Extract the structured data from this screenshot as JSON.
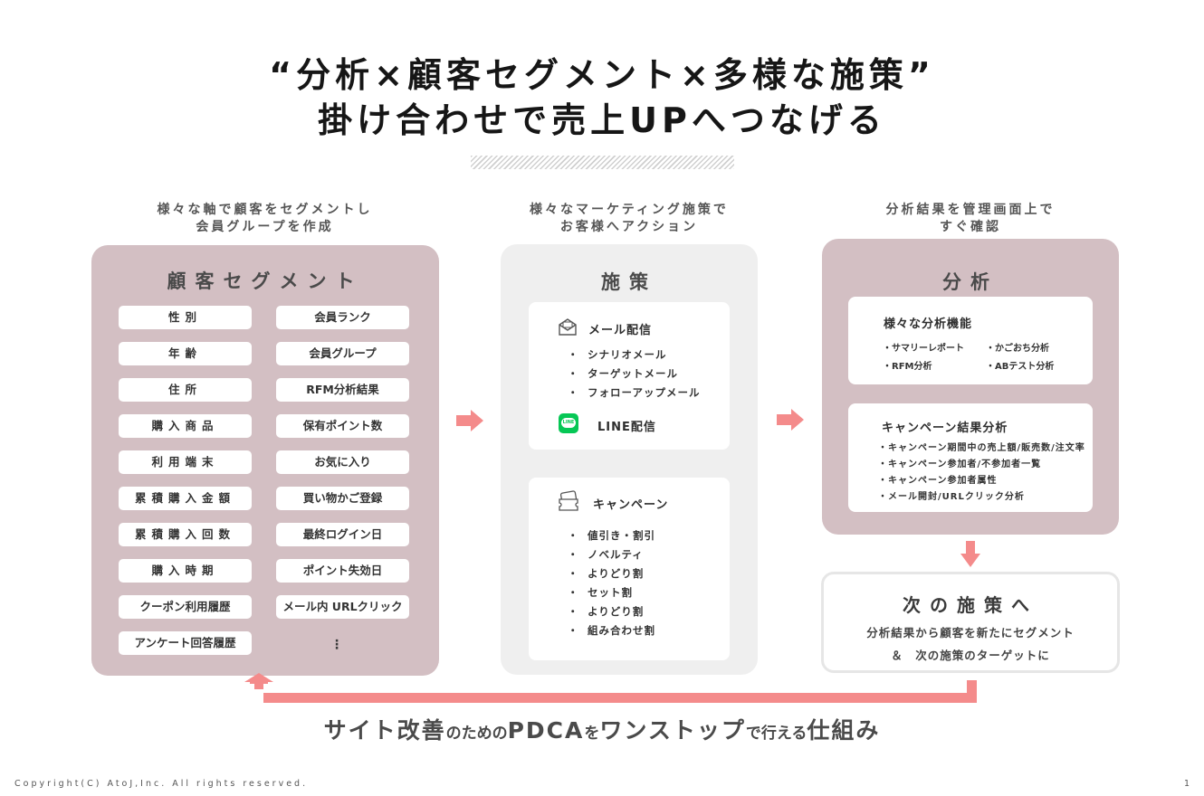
{
  "title": {
    "line1": "“分析×顧客セグメント×多様な施策”",
    "line2": "掛け合わせで売上UPへつなげる"
  },
  "left": {
    "caption1": "様々な軸で顧客をセグメントし",
    "caption2": "会員グループを作成",
    "panel_title": "顧客セグメント",
    "items_col1": [
      "性別",
      "年齢",
      "住所",
      "購入商品",
      "利用端末",
      "累積購入金額",
      "累積購入回数",
      "購入時期",
      "クーポン利用履歴",
      "アンケート回答履歴"
    ],
    "items_col2": [
      "会員ランク",
      "会員グループ",
      "RFM分析結果",
      "保有ポイント数",
      "お気に入り",
      "買い物かご登録",
      "最終ログイン日",
      "ポイント失効日",
      "メール内 URLクリック"
    ],
    "more": "⋮"
  },
  "middle": {
    "caption1": "様々なマーケティング施策で",
    "caption2": "お客様へアクション",
    "panel_title": "施策",
    "mail_title": "メール配信",
    "mail_items": [
      "シナリオメール",
      "ターゲットメール",
      "フォローアップメール"
    ],
    "line_title": "LINE配信",
    "line_icon_text": "LINE",
    "campaign_title": "キャンペーン",
    "campaign_items": [
      "値引き・割引",
      "ノベルティ",
      "よりどり割",
      "セット割",
      "よりどり割",
      "組み合わせ割"
    ],
    "bullet": "・"
  },
  "right": {
    "caption1": "分析結果を管理画面上で",
    "caption2": "すぐ確認",
    "panel_title": "分析",
    "analysis_title": "様々な分析機能",
    "analysis_items": [
      "・サマリーレポート",
      "・かごおち分析",
      "・RFM分析",
      "・ABテスト分析"
    ],
    "campaign_result_title": "キャンペーン結果分析",
    "campaign_result_items": [
      "・キャンペーン期間中の売上額/販売数/注文率",
      "・キャンペーン参加者/不参加者一覧",
      "・キャンペーン参加者属性",
      "・メール開封/URLクリック分析"
    ],
    "next_title": "次の施策へ",
    "next_desc1": "分析結果から顧客を新たにセグメント",
    "next_desc2": "＆　次の施策のターゲットに"
  },
  "slogan": {
    "p1": "サイト改善",
    "p2": "のための",
    "p3": "PDCA",
    "p4": "を",
    "p5": "ワンストップ",
    "p6": "で行える",
    "p7": "仕組み"
  },
  "footer": {
    "copyright": "Copyright(C) AtoJ,Inc. All rights reserved.",
    "page": "1"
  },
  "colors": {
    "mauve": "#d3bfc3",
    "gray_panel": "#efefef",
    "arrow_pink": "#f48b8b",
    "line_green": "#06c755"
  }
}
